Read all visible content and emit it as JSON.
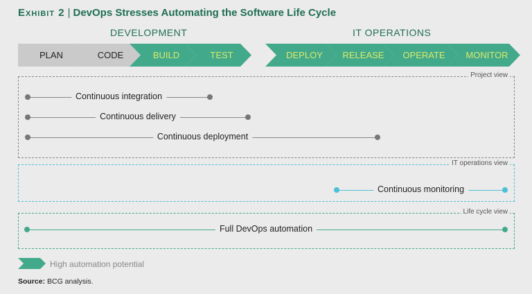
{
  "title": {
    "exhibit": "Exhibit 2",
    "separator": "|",
    "text": "DevOps Stresses Automating the Software Life Cycle"
  },
  "phases": {
    "development": "DEVELOPMENT",
    "it_operations": "IT OPERATIONS"
  },
  "stages": [
    "PLAN",
    "CODE",
    "BUILD",
    "TEST",
    "DEPLOY",
    "RELEASE",
    "OPERATE",
    "MONITOR"
  ],
  "views": {
    "project": "Project view",
    "it_operations": "IT operations view",
    "life_cycle": "Life cycle view"
  },
  "practices": [
    "Continuous integration",
    "Continuous delivery",
    "Continuous deployment",
    "Continuous monitoring",
    "Full DevOps automation"
  ],
  "legend": "High automation potential",
  "source": {
    "label": "Source:",
    "text": "BCG analysis."
  },
  "colors": {
    "green": "#43a98b",
    "gray": "#cacaca",
    "teal": "#4dbfd6",
    "title": "#1f6e54"
  }
}
